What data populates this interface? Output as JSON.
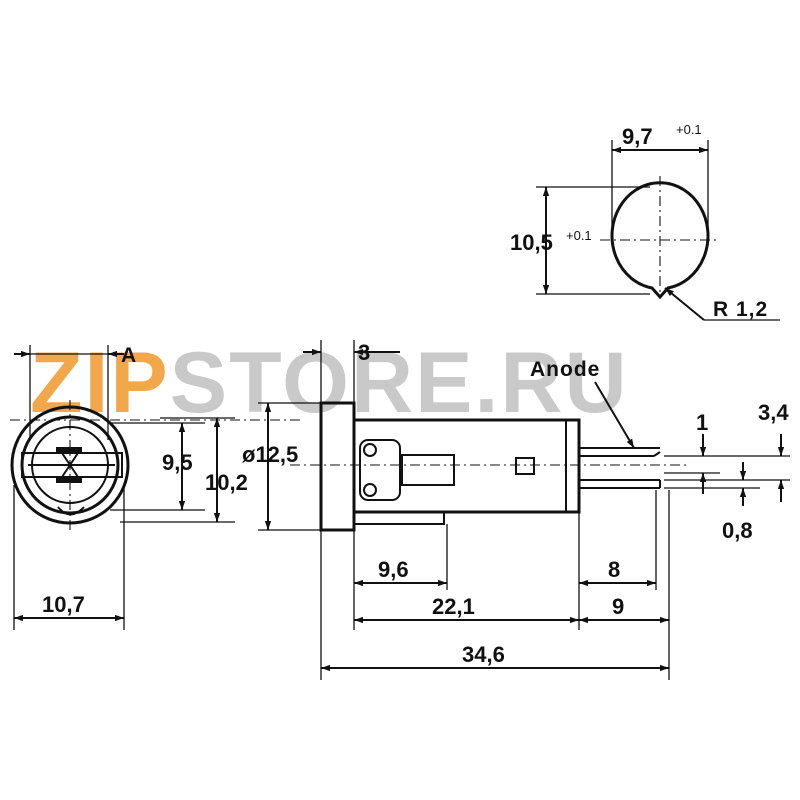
{
  "watermark": {
    "prefix": "ZIP",
    "suffix": "STORE.RU",
    "prefix_color": "#f2a84a",
    "suffix_color": "#c9c9c9"
  },
  "labels": {
    "anode": "Anode",
    "a": "A",
    "radius": "R 1,2"
  },
  "dimensions": {
    "cutout_width": "9,7",
    "cutout_width_tol": "+0.1",
    "cutout_height": "10,5",
    "cutout_height_tol": "+0.1",
    "flange_thickness": "3",
    "height_9_5": "9,5",
    "height_10_2": "10,2",
    "diameter": "ø12,5",
    "front_width": "10,7",
    "body_9_6": "9,6",
    "body_22_1": "22,1",
    "pin_8": "8",
    "pin_9": "9",
    "overall": "34,6",
    "pin_gap_1": "1",
    "pin_spacing": "3,4",
    "pin_thickness": "0,8"
  }
}
